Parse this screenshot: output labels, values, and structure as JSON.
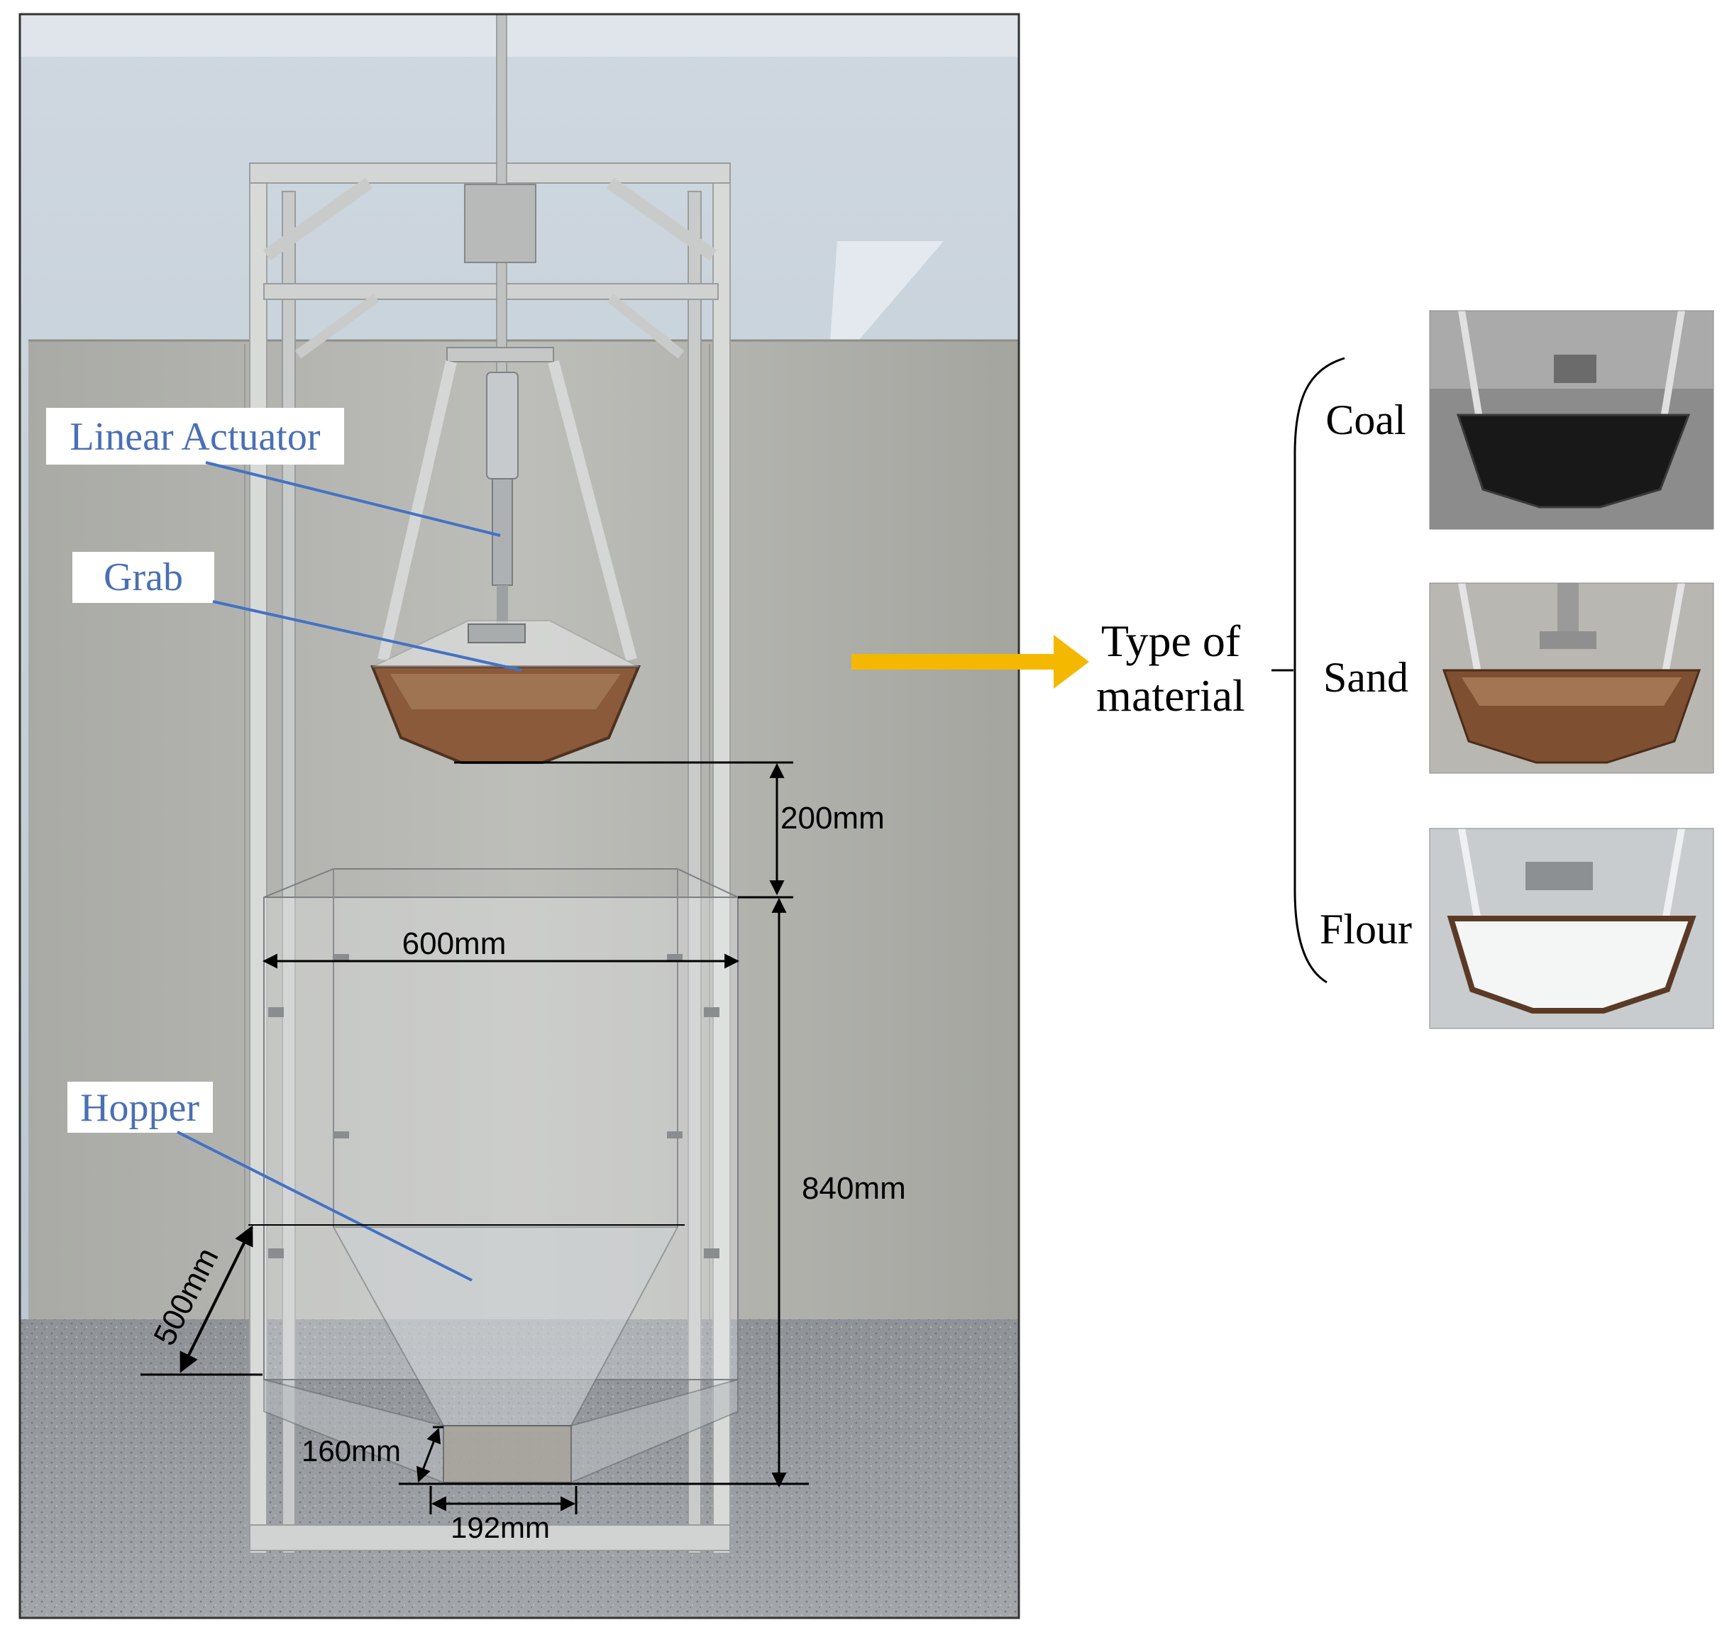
{
  "labels": {
    "linear_actuator": "Linear Actuator",
    "grab": "Grab",
    "hopper": "Hopper"
  },
  "dimensions": {
    "grab_clearance": "200mm",
    "hopper_width": "600mm",
    "hopper_height": "840mm",
    "slant_length": "500mm",
    "outlet_height": "160mm",
    "outlet_width": "192mm"
  },
  "material": {
    "heading_line1": "Type of",
    "heading_line2": "material",
    "types": [
      "Coal",
      "Sand",
      "Flour"
    ]
  },
  "colors": {
    "label_text": "#4a6fb4",
    "leader_line": "#4472c4",
    "arrow": "#f5b800",
    "dimension": "#000000"
  }
}
